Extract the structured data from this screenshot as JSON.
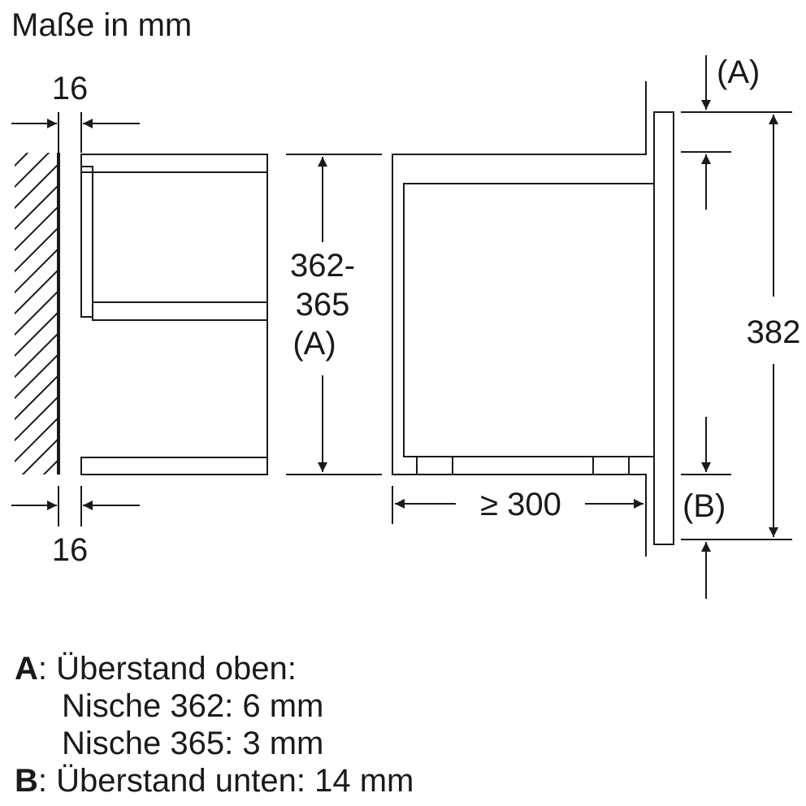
{
  "title": "Maße in mm",
  "dimensions": {
    "top_side_gap": "16",
    "bottom_side_gap": "16",
    "niche_height": "362-",
    "niche_height_2": "365",
    "niche_height_ref": "(A)",
    "depth": "≥ 300",
    "total_height": "382",
    "top_overhang_ref": "(A)",
    "bottom_overhang_ref": "(B)"
  },
  "legend": {
    "a_key": "A",
    "a_text": ": Überstand oben:",
    "a_line2": "Nische 362: 6 mm",
    "a_line3": "Nische 365: 3 mm",
    "b_key": "B",
    "b_text": ": Überstand unten: 14 mm"
  },
  "colors": {
    "line": "#1a1a1a",
    "background": "#ffffff"
  }
}
